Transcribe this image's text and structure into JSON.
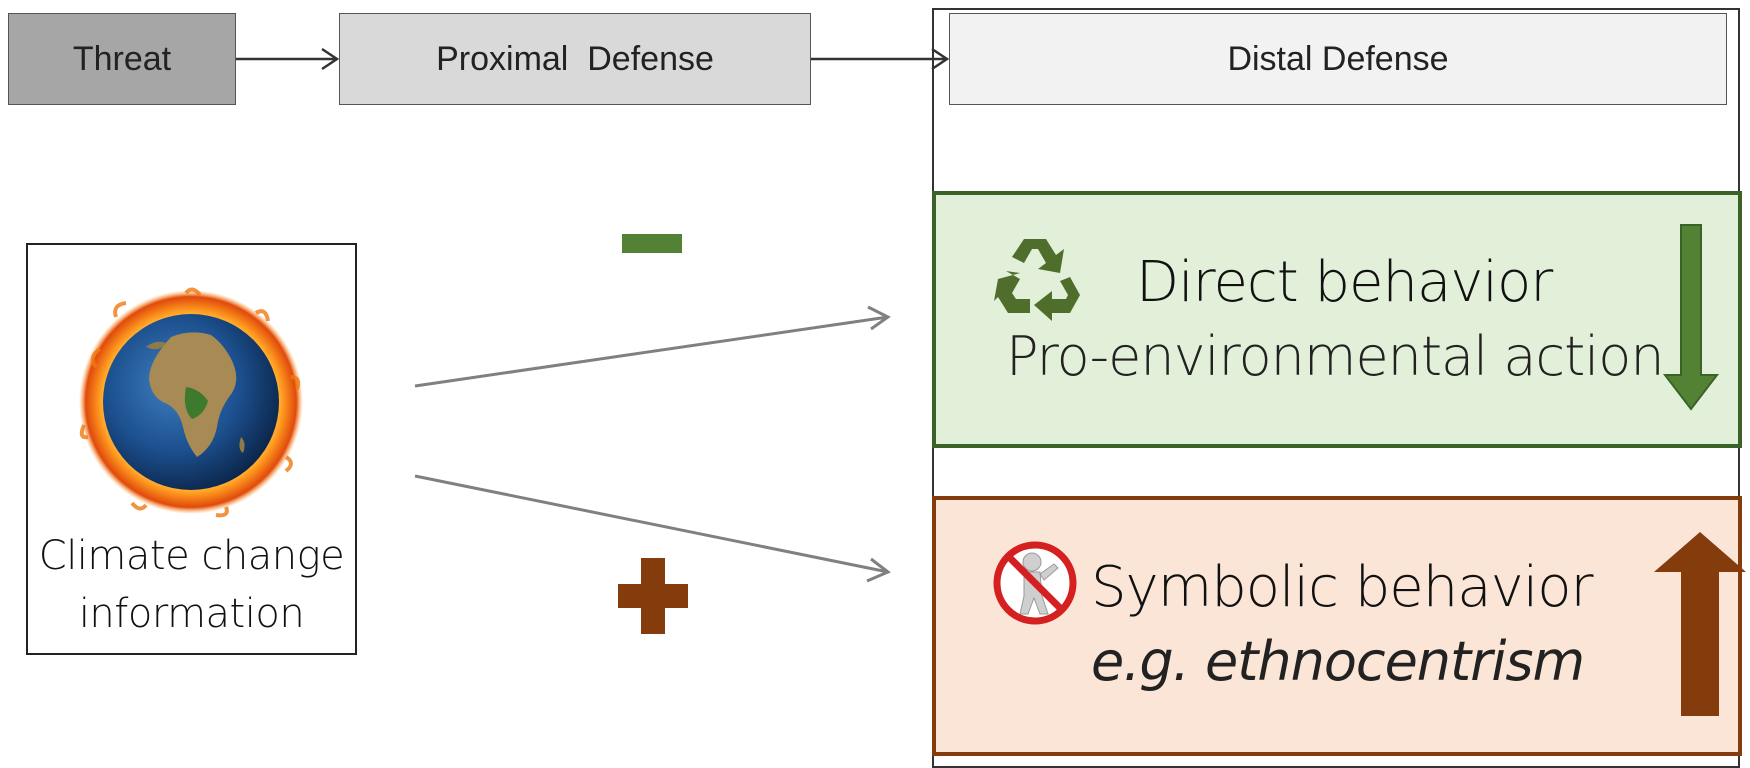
{
  "header": {
    "threat": "Threat",
    "proximal": "Proximal  Defense",
    "distal": "Distal Defense"
  },
  "climate": {
    "line1": "Climate change",
    "line2": "information"
  },
  "direct": {
    "title": "Direct behavior",
    "subtitle": "Pro-environmental action",
    "effect": "decrease"
  },
  "symbolic": {
    "title": "Symbolic behavior",
    "subtitle": "e.g. ethnocentrism",
    "effect": "increase"
  },
  "colors": {
    "green": "#548235",
    "green_border": "#3b6327",
    "brown": "#843c0c",
    "green_fill": "#e2efd9",
    "peach_fill": "#fbe5d6"
  },
  "icons": [
    "recycle-icon",
    "no-symbol-icon",
    "globe-fire-icon",
    "minus-sign",
    "plus-sign"
  ]
}
